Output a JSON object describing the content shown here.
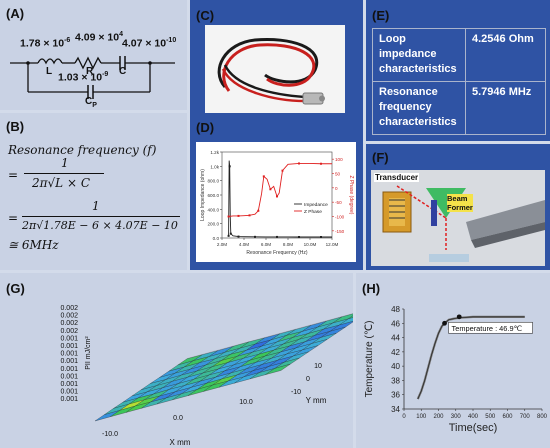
{
  "panel_a": {
    "label": "(A)",
    "L_value": "1.78 × 10",
    "L_exp": "-6",
    "R_value": "4.09 × 10",
    "R_exp": "4",
    "C_value": "4.07 × 10",
    "C_exp": "-10",
    "Cp_value": "1.03 × 10",
    "Cp_exp": "-9",
    "L": "L",
    "R": "R",
    "C": "C",
    "Cp": "C",
    "Cp_sub": "P"
  },
  "panel_b": {
    "label": "(B)",
    "line1": "Resonance frequency (f)",
    "eq": "=",
    "one": "1",
    "den1": "2π√L × C",
    "den2": "2π√1.78E − 6 × 4.07E − 10",
    "approx": "≅ 6MHz"
  },
  "panel_c": {
    "label": "(C)"
  },
  "panel_d": {
    "label": "(D)"
  },
  "panel_e": {
    "label": "(E)",
    "rows": [
      {
        "name": "Loop impedance characteristics",
        "value": "4.2546 Ohm"
      },
      {
        "name": "Resonance frequency characteristics",
        "value": "5.7946 MHz"
      }
    ]
  },
  "panel_f": {
    "label": "(F)",
    "transducer": "Transducer",
    "beam_former": "Beam Former"
  },
  "panel_g": {
    "label": "(G)",
    "z_label": "PII mJ/cm²",
    "z_ticks": [
      "0.002",
      "0.002",
      "0.002",
      "0.002",
      "0.001",
      "0.001",
      "0.001",
      "0.001",
      "0.001",
      "0.001",
      "0.001",
      "0.001",
      "0.001"
    ],
    "x_label": "X mm",
    "x_ticks": [
      "-10.0",
      "0.0",
      "10.0"
    ],
    "y_label": "Y mm",
    "y_ticks": [
      "10",
      "0",
      "-10"
    ]
  },
  "panel_h": {
    "label": "(H)",
    "annotation": "Temperature : 46.9℃"
  },
  "chart_data": [
    {
      "type": "line",
      "panel": "D",
      "xlabel": "Resonance Frequency (Hz)",
      "ylabel": "Loop Impedance (ohm)",
      "y2label": "Z Phase (degree)",
      "x_ticks": [
        "2.0M",
        "4.0M",
        "6.0M",
        "8.0M",
        "10.0M",
        "12.0M"
      ],
      "y_ticks": [
        "0.0",
        "200.0",
        "400.0",
        "600.0",
        "800.0",
        "1.0k",
        "1.2k"
      ],
      "y2_ticks": [
        "100",
        "50",
        "0",
        "-50",
        "-100",
        "-150"
      ],
      "xlim": [
        2.0,
        12.0
      ],
      "ylim": [
        0,
        1200
      ],
      "y2lim": [
        -175,
        125
      ],
      "legend": [
        "Impedance",
        "Z Phase"
      ],
      "series": [
        {
          "name": "Impedance",
          "axis": "left",
          "color": "#222222",
          "x": [
            2.6,
            2.65,
            2.7,
            2.75,
            2.8,
            3.0,
            3.5,
            4.0,
            5.0,
            6.0,
            7.0,
            8.0,
            9.0,
            10.0,
            11.0,
            12.0
          ],
          "y": [
            30,
            1080,
            1000,
            300,
            60,
            30,
            20,
            18,
            16,
            15,
            15,
            15,
            14,
            14,
            14,
            14
          ]
        },
        {
          "name": "Z Phase",
          "axis": "right",
          "color": "#e02020",
          "x": [
            2.6,
            3.0,
            3.5,
            4.0,
            4.5,
            5.0,
            5.3,
            5.6,
            5.8,
            6.1,
            6.4,
            6.7,
            7.0,
            7.2,
            7.5,
            8.0,
            9.0,
            10.0,
            11.0,
            12.0
          ],
          "y": [
            -100,
            -98,
            -98,
            -97,
            -96,
            -92,
            -80,
            -20,
            40,
            30,
            -5,
            5,
            -30,
            -18,
            60,
            82,
            85,
            85,
            84,
            84
          ]
        }
      ]
    },
    {
      "type": "line",
      "panel": "H",
      "xlabel": "Time(sec)",
      "ylabel": "Temperature (℃)",
      "x_ticks": [
        "0",
        "100",
        "200",
        "300",
        "400",
        "500",
        "600",
        "700",
        "800"
      ],
      "y_ticks": [
        "34",
        "36",
        "38",
        "40",
        "42",
        "44",
        "46",
        "48"
      ],
      "xlim": [
        0,
        800
      ],
      "ylim": [
        34,
        48
      ],
      "series": [
        {
          "name": "",
          "color": "#555555",
          "x": [
            80,
            100,
            120,
            140,
            160,
            180,
            200,
            220,
            240,
            260,
            280,
            300,
            340,
            400,
            500,
            600,
            700
          ],
          "y": [
            35.4,
            36.5,
            38.0,
            39.8,
            41.6,
            43.2,
            44.6,
            45.6,
            46.1,
            46.5,
            46.6,
            46.7,
            46.8,
            46.9,
            46.9,
            46.9,
            46.9
          ]
        }
      ],
      "markers": [
        {
          "x": 235,
          "y": 46.0
        },
        {
          "x": 320,
          "y": 46.9
        }
      ]
    }
  ]
}
